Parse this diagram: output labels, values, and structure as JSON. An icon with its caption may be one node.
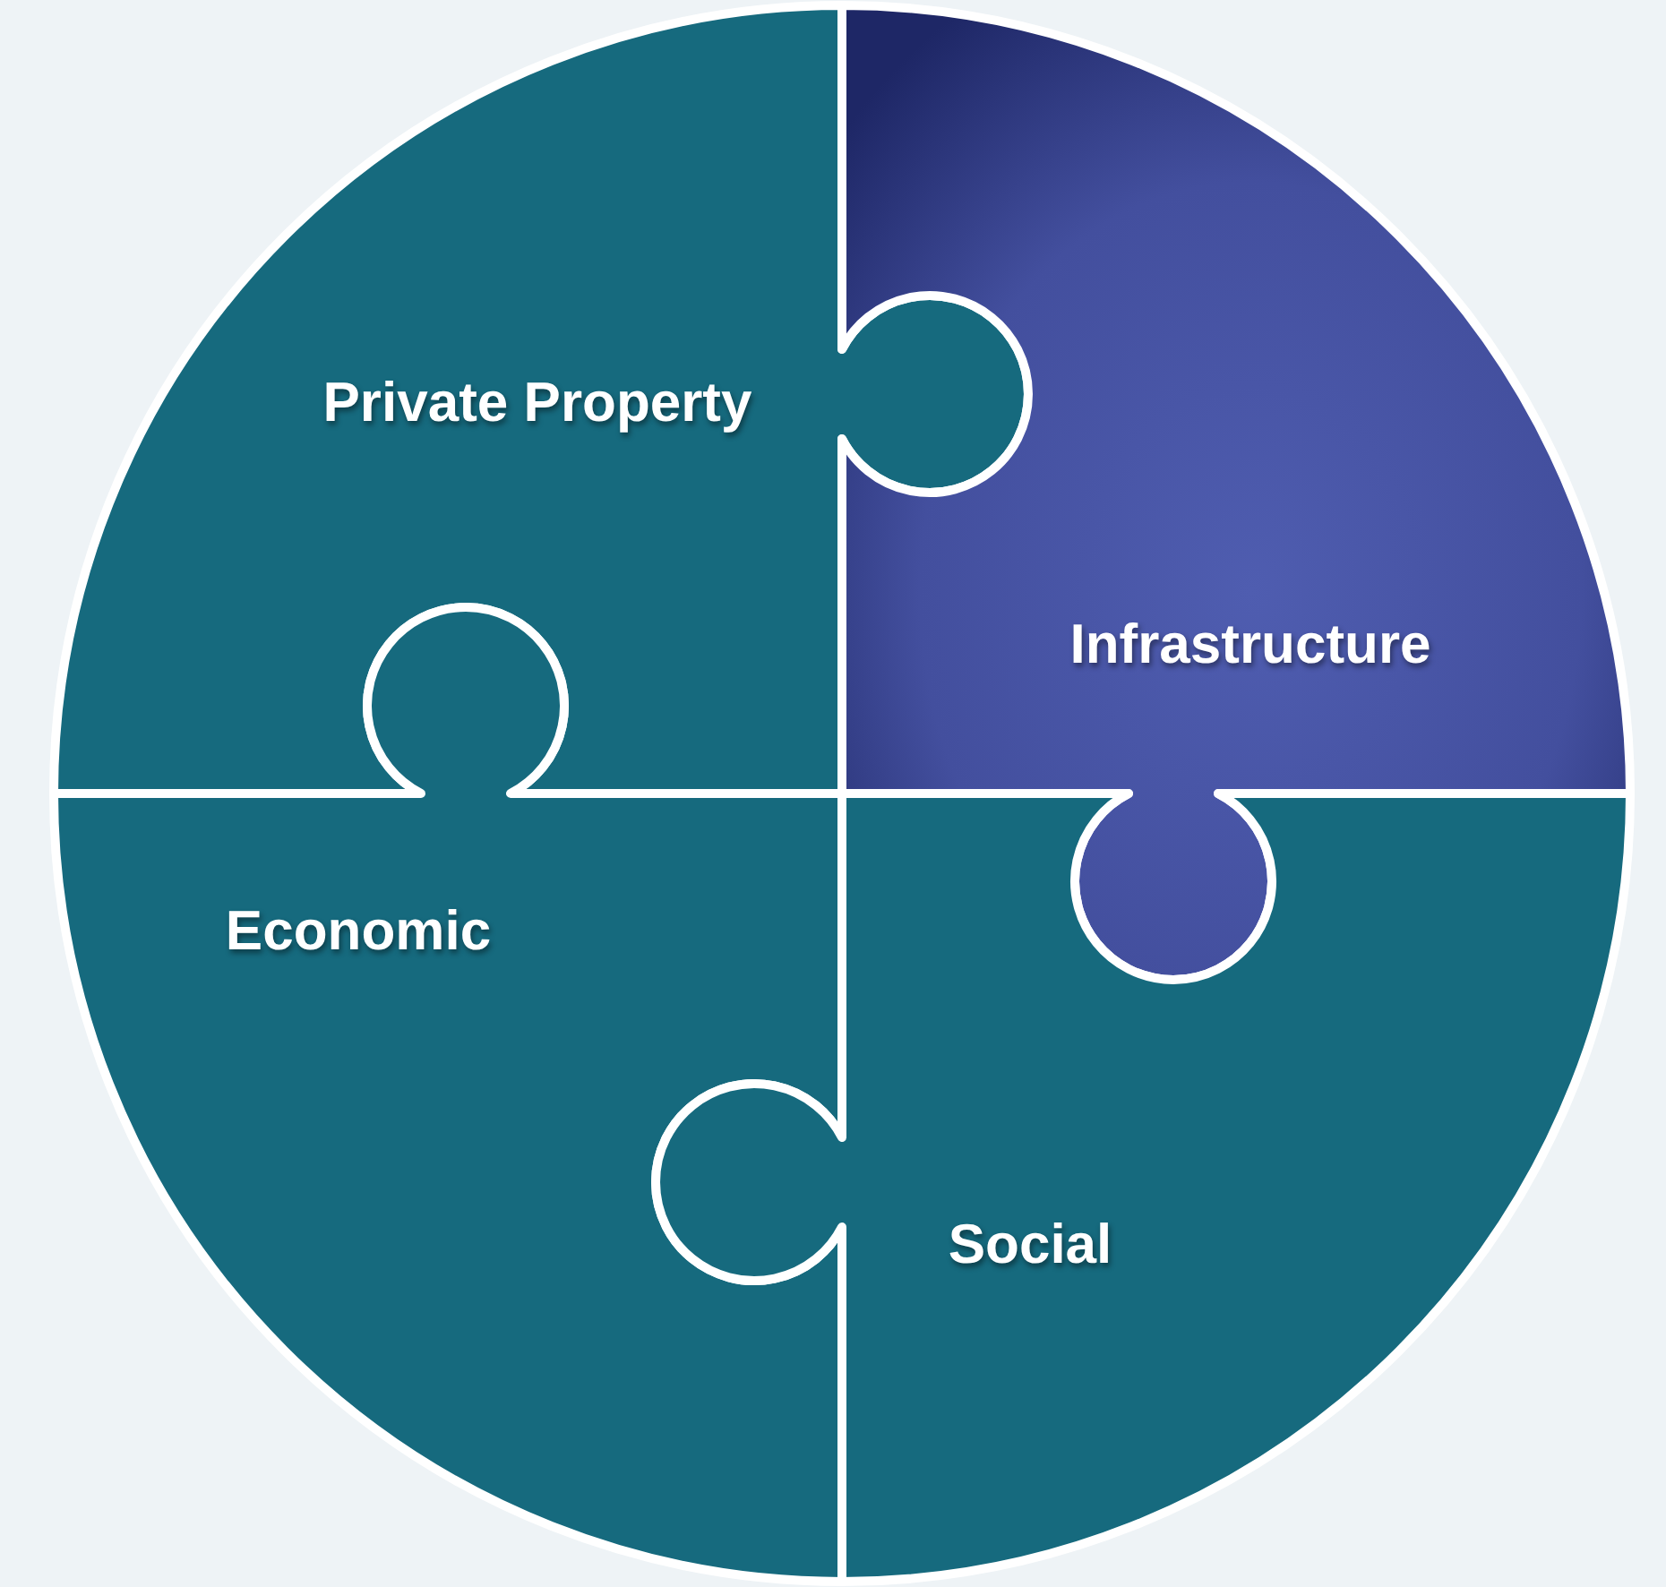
{
  "diagram": {
    "nodes": [
      {
        "text": [
          "Private Property"
        ]
      },
      {
        "text": [
          "Infrastructure"
        ]
      },
      {
        "text": [
          "Economic"
        ]
      },
      {
        "text": [
          "Social"
        ]
      }
    ]
  }
}
